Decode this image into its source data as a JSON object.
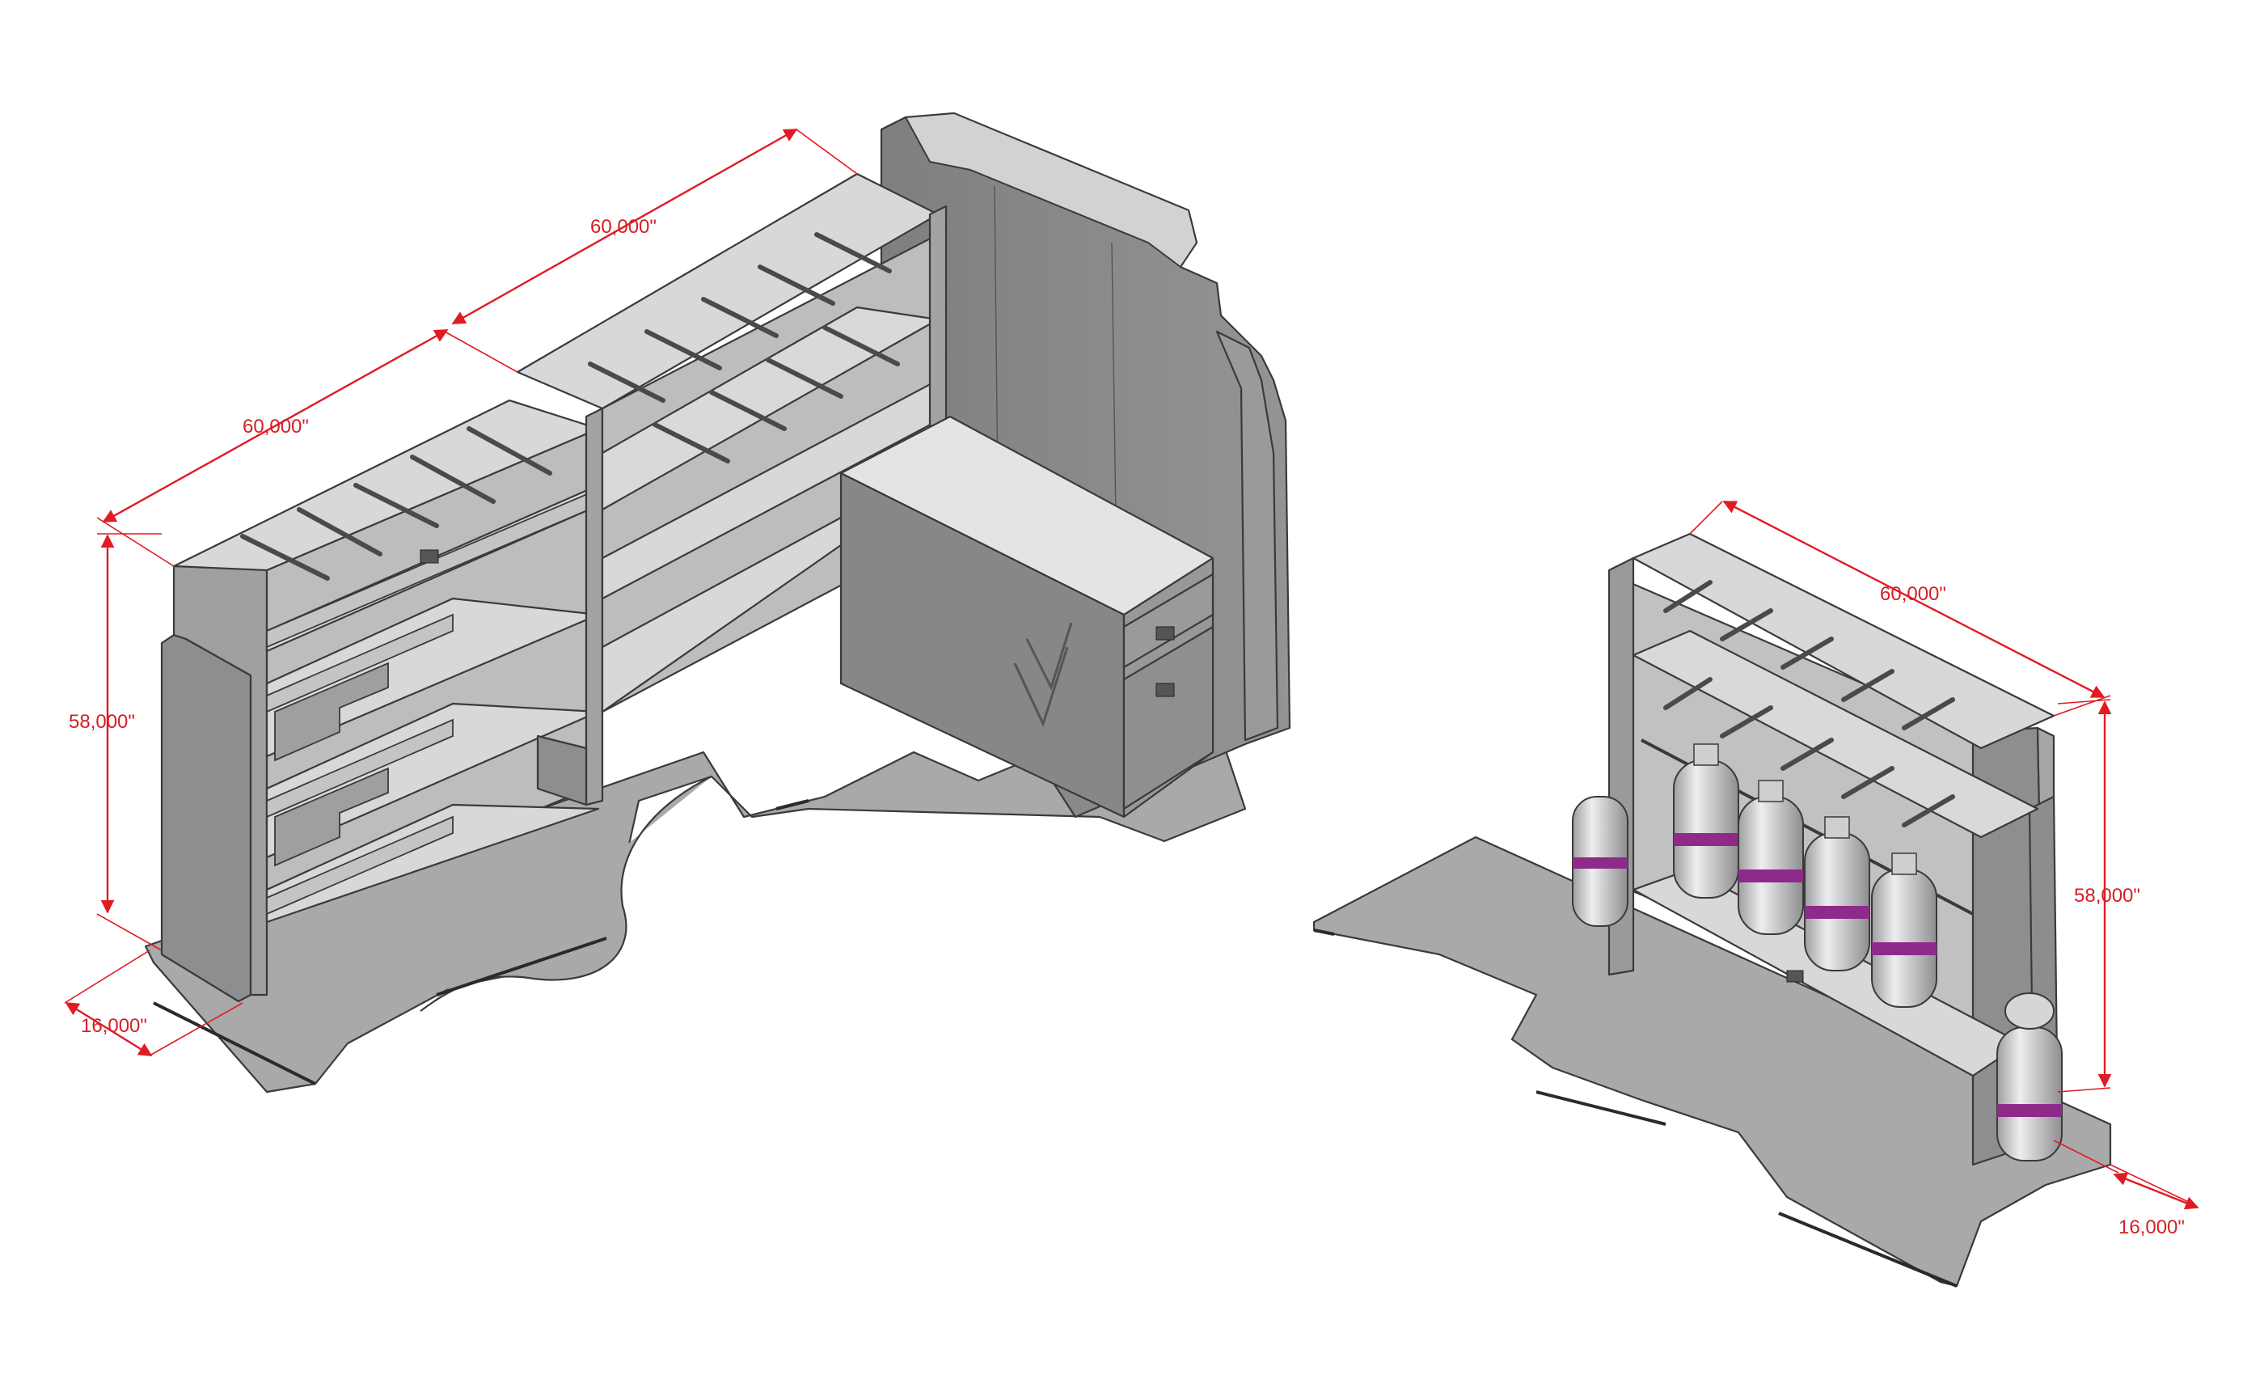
{
  "dimensions": {
    "left_upper_length": "60,000\"",
    "left_lower_length": "60,000\"",
    "left_height": "58,000\"",
    "left_depth": "16,000\"",
    "right_length": "60,000\"",
    "right_height": "58,000\"",
    "right_depth": "16,000\""
  },
  "colors": {
    "dimension": "#e01b24",
    "floor": "#a9a9a9",
    "panel": "#8c8b8d",
    "shelf": "#d9d9db",
    "tank": "#d6d6d8",
    "tank_band": "#8e2a8a"
  }
}
